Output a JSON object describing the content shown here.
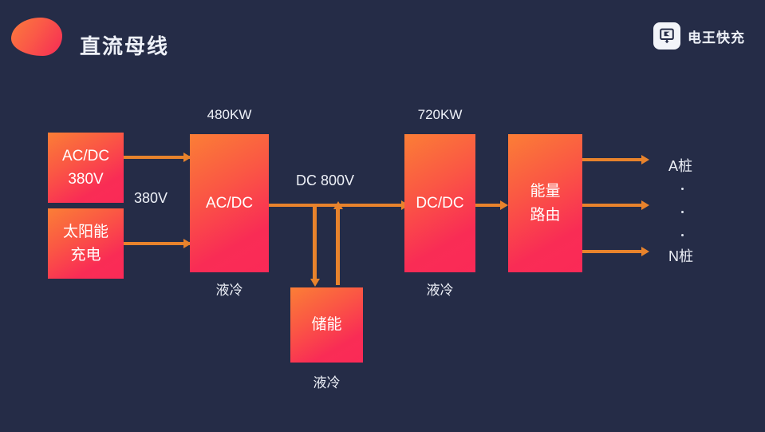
{
  "header": {
    "title": "直流母线",
    "blob_icon": "blob-logo-icon",
    "logo": {
      "icon": "charging-plug-icon",
      "text": "电王快充"
    }
  },
  "colors": {
    "background": "#252c47",
    "block_gradient_start": "#fb7e36",
    "block_gradient_end": "#fb2a57",
    "connector": "#e8832c",
    "text": "#eef1f8"
  },
  "diagram": {
    "blocks": [
      {
        "id": "acdc-input",
        "lines": [
          "AC/DC",
          "380V"
        ],
        "top_label": "",
        "bottom_label": ""
      },
      {
        "id": "solar-input",
        "lines": [
          "太阳能",
          "充电"
        ],
        "top_label": "",
        "bottom_label": ""
      },
      {
        "id": "acdc-converter",
        "lines": [
          "AC/DC"
        ],
        "top_label": "480KW",
        "bottom_label": "液冷"
      },
      {
        "id": "storage",
        "lines": [
          "储能"
        ],
        "top_label": "",
        "bottom_label": "液冷"
      },
      {
        "id": "dcdc-converter",
        "lines": [
          "DC/DC"
        ],
        "top_label": "720KW",
        "bottom_label": "液冷"
      },
      {
        "id": "energy-router",
        "lines": [
          "能量",
          "路由"
        ],
        "top_label": "",
        "bottom_label": ""
      }
    ],
    "edge_labels": {
      "ac_input_voltage": "380V",
      "dc_bus_voltage": "DC 800V"
    },
    "outputs": {
      "first": "A桩",
      "last": "N桩",
      "ellipsis_dots": 3
    }
  }
}
